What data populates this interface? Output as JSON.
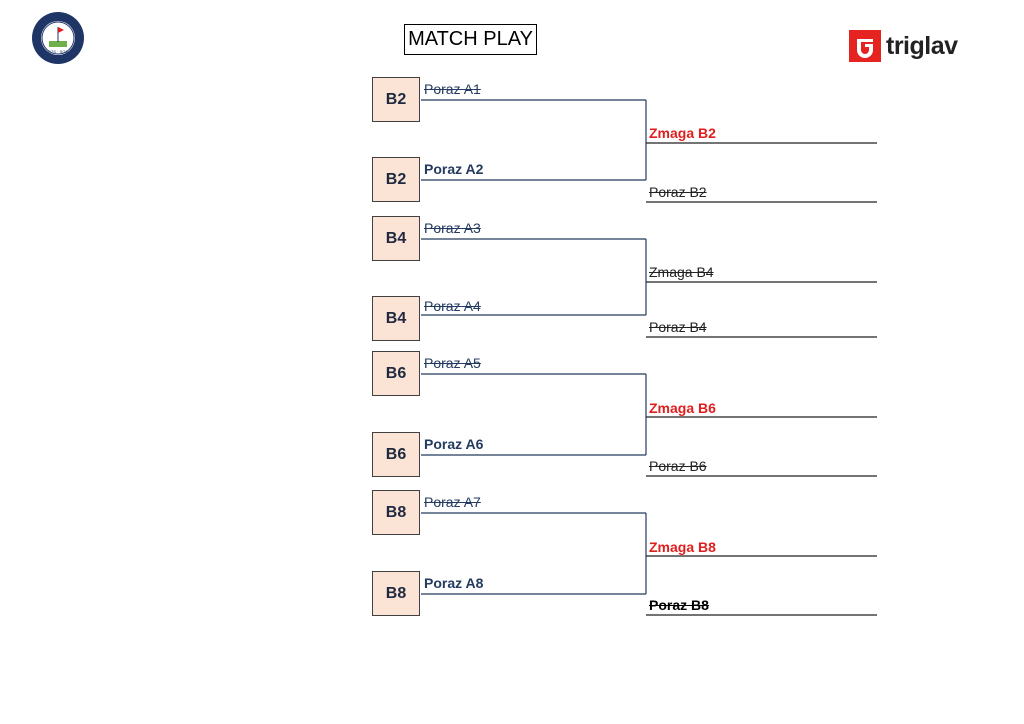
{
  "title": "MATCH PLAY",
  "logo_left": {
    "icon": "golf-association-logo-icon",
    "text": "SLOVENIAN GOLF ASSOCIATION · GZS-SGA · GOLF ZVEZA SLOVENIJE"
  },
  "brand": {
    "name": "triglav",
    "icon": "triglav-logo-icon",
    "color": "#e52421"
  },
  "colors": {
    "seed_fill": "#fbe3d5",
    "winner": "#e01e1e",
    "line": "#243a5e"
  },
  "matches": [
    {
      "top_seed": "B2",
      "top_label": "Poraz A1",
      "bottom_seed": "B2",
      "bottom_label": "Poraz A2",
      "result_win": "Zmaga B2",
      "result_loss": "Poraz B2"
    },
    {
      "top_seed": "B4",
      "top_label": "Poraz A3",
      "bottom_seed": "B4",
      "bottom_label": "Poraz A4",
      "result_win": "Zmaga B4",
      "result_loss": "Poraz B4"
    },
    {
      "top_seed": "B6",
      "top_label": "Poraz A5",
      "bottom_seed": "B6",
      "bottom_label": "Poraz A6",
      "result_win": "Zmaga B6",
      "result_loss": "Poraz B6"
    },
    {
      "top_seed": "B8",
      "top_label": "Poraz A7",
      "bottom_seed": "B8",
      "bottom_label": "Poraz A8",
      "result_win": "Zmaga B8",
      "result_loss": "Poraz B8"
    }
  ]
}
